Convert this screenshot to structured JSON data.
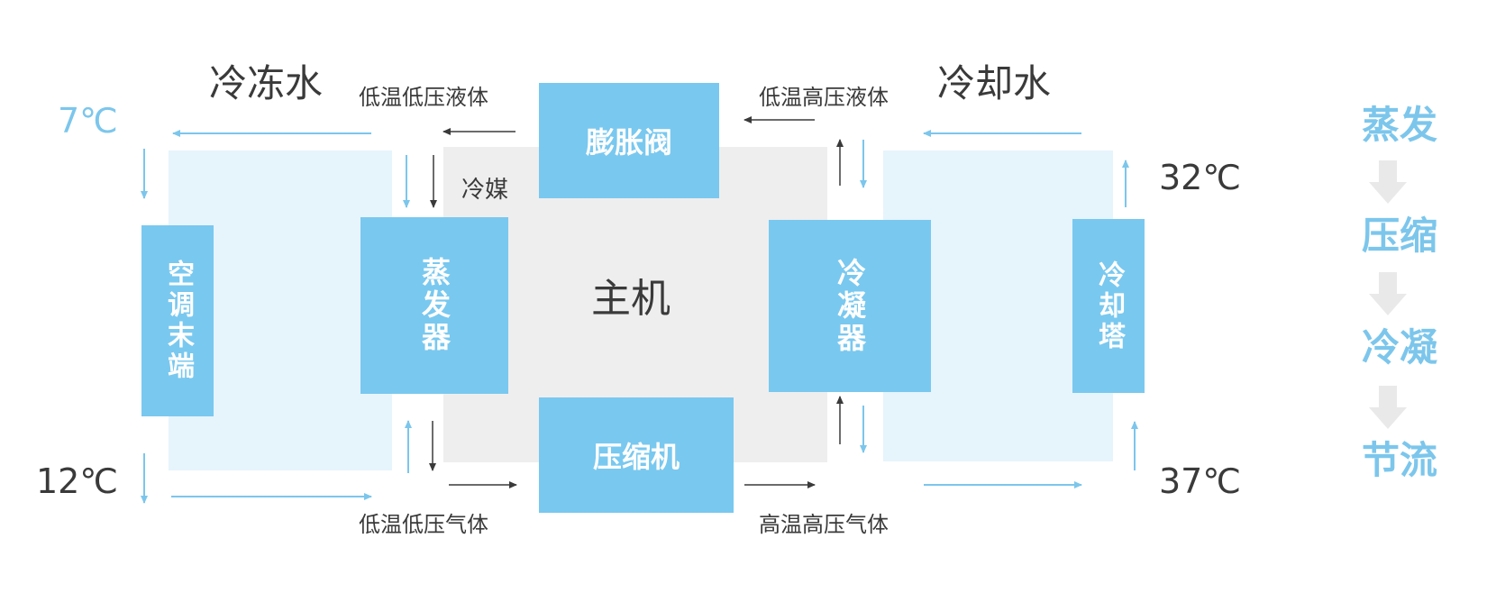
{
  "colors": {
    "box": "#79c8ef",
    "panel_light": "#e6f4fc",
    "panel_gray": "#eeeeee",
    "arrow_blue": "#7cc6ec",
    "arrow_dark": "#3a3a3a",
    "text_dark": "#3a3a3a",
    "temp_blue": "#7cc6ec",
    "step_arrow": "#e9e9e9"
  },
  "labels": {
    "chilled_water": "冷冻水",
    "cooling_water": "冷却水",
    "main_unit": "主机",
    "refrigerant": "冷媒",
    "lt_lp_liquid": "低温低压液体",
    "lt_hp_liquid": "低温高压液体",
    "lt_lp_gas": "低温低压气体",
    "ht_hp_gas": "高温高压气体"
  },
  "temps": {
    "t_7": "7℃",
    "t_12": "12℃",
    "t_32": "32℃",
    "t_37": "37℃"
  },
  "boxes": {
    "ac_terminal": "空调末端",
    "evaporator": "蒸发器",
    "expansion_valve": "膨胀阀",
    "compressor": "压缩机",
    "condenser": "冷凝器",
    "cooling_tower": "冷却塔"
  },
  "process_steps": [
    "蒸发",
    "压缩",
    "冷凝",
    "节流"
  ],
  "icons": [
    "flow-arrow-icon",
    "step-down-arrow-icon"
  ]
}
